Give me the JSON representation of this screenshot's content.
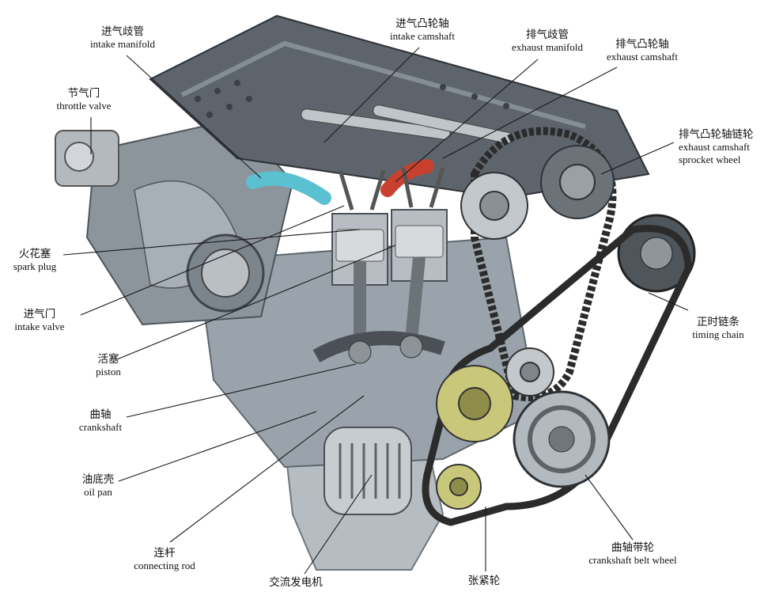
{
  "labels": {
    "intake_manifold": {
      "zh": "进气歧管",
      "en": "intake manifold"
    },
    "intake_camshaft": {
      "zh": "进气凸轮轴",
      "en": "intake camshaft"
    },
    "exhaust_manifold": {
      "zh": "排气歧管",
      "en": "exhaust manifold"
    },
    "exhaust_camshaft": {
      "zh": "排气凸轮轴",
      "en": "exhaust camshaft"
    },
    "throttle_valve": {
      "zh": "节气门",
      "en": "throttle valve"
    },
    "sprocket_wheel": {
      "zh": "排气凸轮轴链轮",
      "en": "exhaust camshaft",
      "en2": "sprocket wheel"
    },
    "spark_plug": {
      "zh": "火花塞",
      "en": "spark plug"
    },
    "intake_valve": {
      "zh": "进气门",
      "en": "intake valve"
    },
    "timing_chain": {
      "zh": "正时链条",
      "en": "timing chain"
    },
    "piston": {
      "zh": "活塞",
      "en": "piston"
    },
    "crankshaft": {
      "zh": "曲轴",
      "en": "crankshaft"
    },
    "oil_pan": {
      "zh": "油底壳",
      "en": "oil pan"
    },
    "connecting_rod": {
      "zh": "连杆",
      "en": "connecting rod"
    },
    "crankshaft_belt_wheel": {
      "zh": "曲轴带轮",
      "en": "crankshaft belt wheel"
    },
    "alternator": {
      "zh": "交流发电机"
    },
    "tensioner": {
      "zh": "张紧轮"
    }
  },
  "colors": {
    "engine_block": "#9aa3ab",
    "valve_cover": "#5d646b",
    "intake_runner": "#5bc0d0",
    "exhaust_runner": "#c8412f",
    "belt": "#2b2b2b",
    "pulley": "#c9c77a"
  }
}
